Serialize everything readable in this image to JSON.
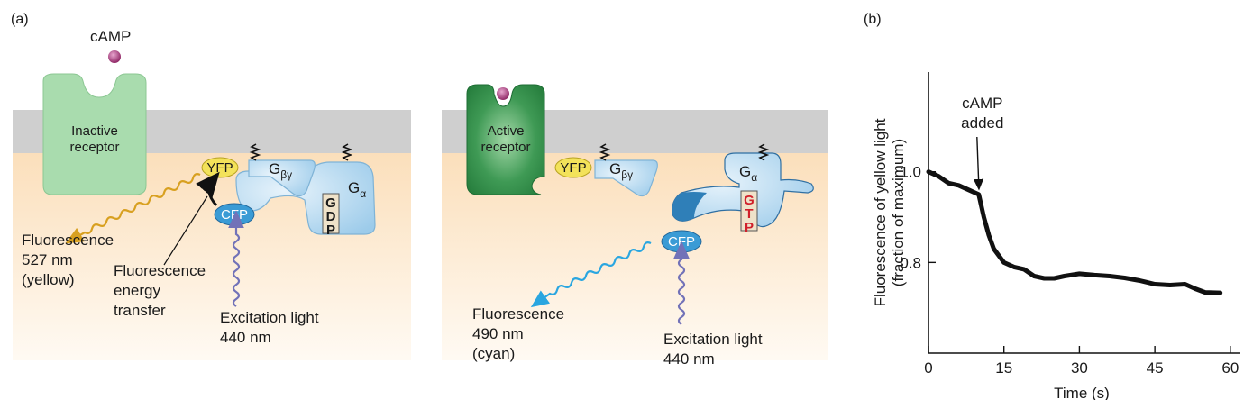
{
  "panel_a": {
    "label": "(a)",
    "camp_label": "cAMP",
    "inactive": {
      "receptor_line1": "Inactive",
      "receptor_line2": "receptor",
      "yfp": "YFP",
      "cfp": "CFP",
      "gby": "G",
      "gby_sub": "βγ",
      "ga": "G",
      "ga_sub": "α",
      "nucleotide": [
        "G",
        "D",
        "P"
      ],
      "fluor_line1": "Fluorescence",
      "fluor_line2": "527 nm",
      "fluor_line3": "(yellow)",
      "transfer_line1": "Fluorescence",
      "transfer_line2": "energy",
      "transfer_line3": "transfer",
      "excite_line1": "Excitation light",
      "excite_line2": "440 nm"
    },
    "active": {
      "receptor_line1": "Active",
      "receptor_line2": "receptor",
      "yfp": "YFP",
      "cfp": "CFP",
      "gby": "G",
      "gby_sub": "βγ",
      "ga": "G",
      "ga_sub": "α",
      "nucleotide": [
        "G",
        "T",
        "P"
      ],
      "fluor_line1": "Fluorescence",
      "fluor_line2": "490 nm",
      "fluor_line3": "(cyan)",
      "excite_line1": "Excitation light",
      "excite_line2": "440 nm"
    },
    "colors": {
      "membrane": "#cfcfcf",
      "cytosol_top": "#fbe3c3",
      "inactive_receptor": "#a9dcae",
      "active_receptor": "#2f8f4a",
      "yfp": "#f3e25a",
      "cfp": "#3a9bd5",
      "g_protein": "#b7d9ef",
      "gtp_text": "#d0202a",
      "camp": "#9c2a6e",
      "yellow_wave": "#d8a020",
      "cyan_wave": "#2aa6e0",
      "excite_wave": "#7272b8"
    }
  },
  "panel_b": {
    "label": "(b)",
    "annotation_line1": "cAMP",
    "annotation_line2": "added",
    "chart_data": {
      "type": "line",
      "xlabel": "Time (s)",
      "ylabel_line1": "Fluorescence of yellow light",
      "ylabel_line2": "(fraction of maximum)",
      "x_ticks": [
        0,
        15,
        30,
        45,
        60
      ],
      "y_ticks": [
        0.8,
        1.0
      ],
      "y_tick_labels": [
        "0.8",
        "1.0"
      ],
      "x_tick_labels": [
        "0",
        "15",
        "30",
        "45",
        "60"
      ],
      "xlim": [
        0,
        62
      ],
      "ylim": [
        0.6,
        1.22
      ],
      "annotation_x": 10,
      "series": [
        {
          "x": [
            0,
            2,
            4,
            6,
            8,
            10,
            11,
            12,
            13,
            15,
            17,
            19,
            21,
            23,
            25,
            27,
            30,
            33,
            36,
            39,
            42,
            45,
            48,
            51,
            53,
            55,
            58
          ],
          "values": [
            1.0,
            0.99,
            0.975,
            0.97,
            0.96,
            0.95,
            0.9,
            0.86,
            0.83,
            0.8,
            0.79,
            0.785,
            0.77,
            0.765,
            0.765,
            0.77,
            0.775,
            0.772,
            0.77,
            0.766,
            0.76,
            0.752,
            0.75,
            0.752,
            0.742,
            0.734,
            0.733
          ]
        }
      ]
    }
  }
}
